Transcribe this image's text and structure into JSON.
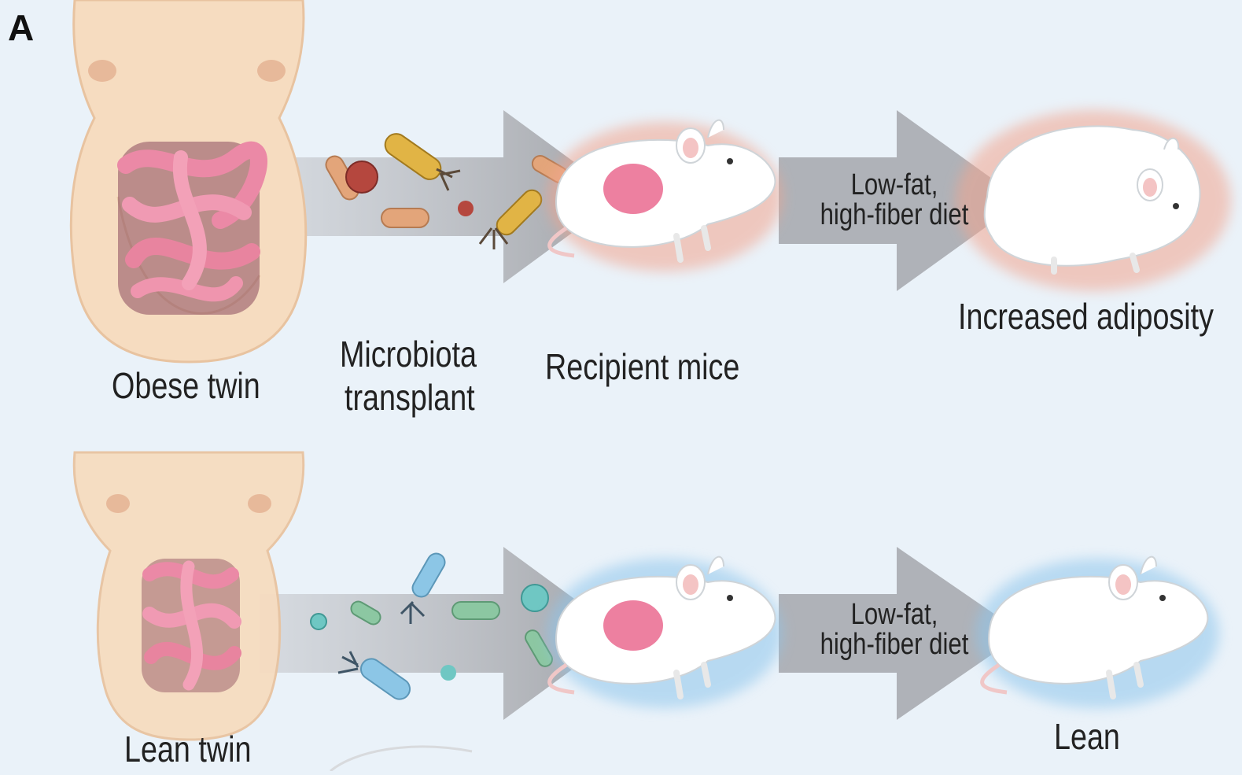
{
  "panel_letter": "A",
  "top_row": {
    "donor_label": "Obese twin",
    "transplant_label_line1": "Microbiota",
    "transplant_label_line2": "transplant",
    "recipient_label": "Recipient mice",
    "diet_line1": "Low-fat,",
    "diet_line2": "high-fiber diet",
    "outcome_label": "Increased adiposity",
    "glow_color": "#f2a58f"
  },
  "bottom_row": {
    "donor_label": "Lean twin",
    "diet_line1": "Low-fat,",
    "diet_line2": "high-fiber diet",
    "outcome_label": "Lean",
    "glow_color": "#8fc6ec"
  },
  "colors": {
    "background": "#eaf2f9",
    "arrow": "#a9abb0",
    "skin": "#f6dcc0",
    "gut": "#e98aa6",
    "mouse": "#ffffff",
    "obese_bacteria": [
      "#e3a57a",
      "#b5473e",
      "#e1b445"
    ],
    "lean_bacteria": [
      "#6fc7c3",
      "#8cc7a2",
      "#8cc6e6"
    ]
  }
}
